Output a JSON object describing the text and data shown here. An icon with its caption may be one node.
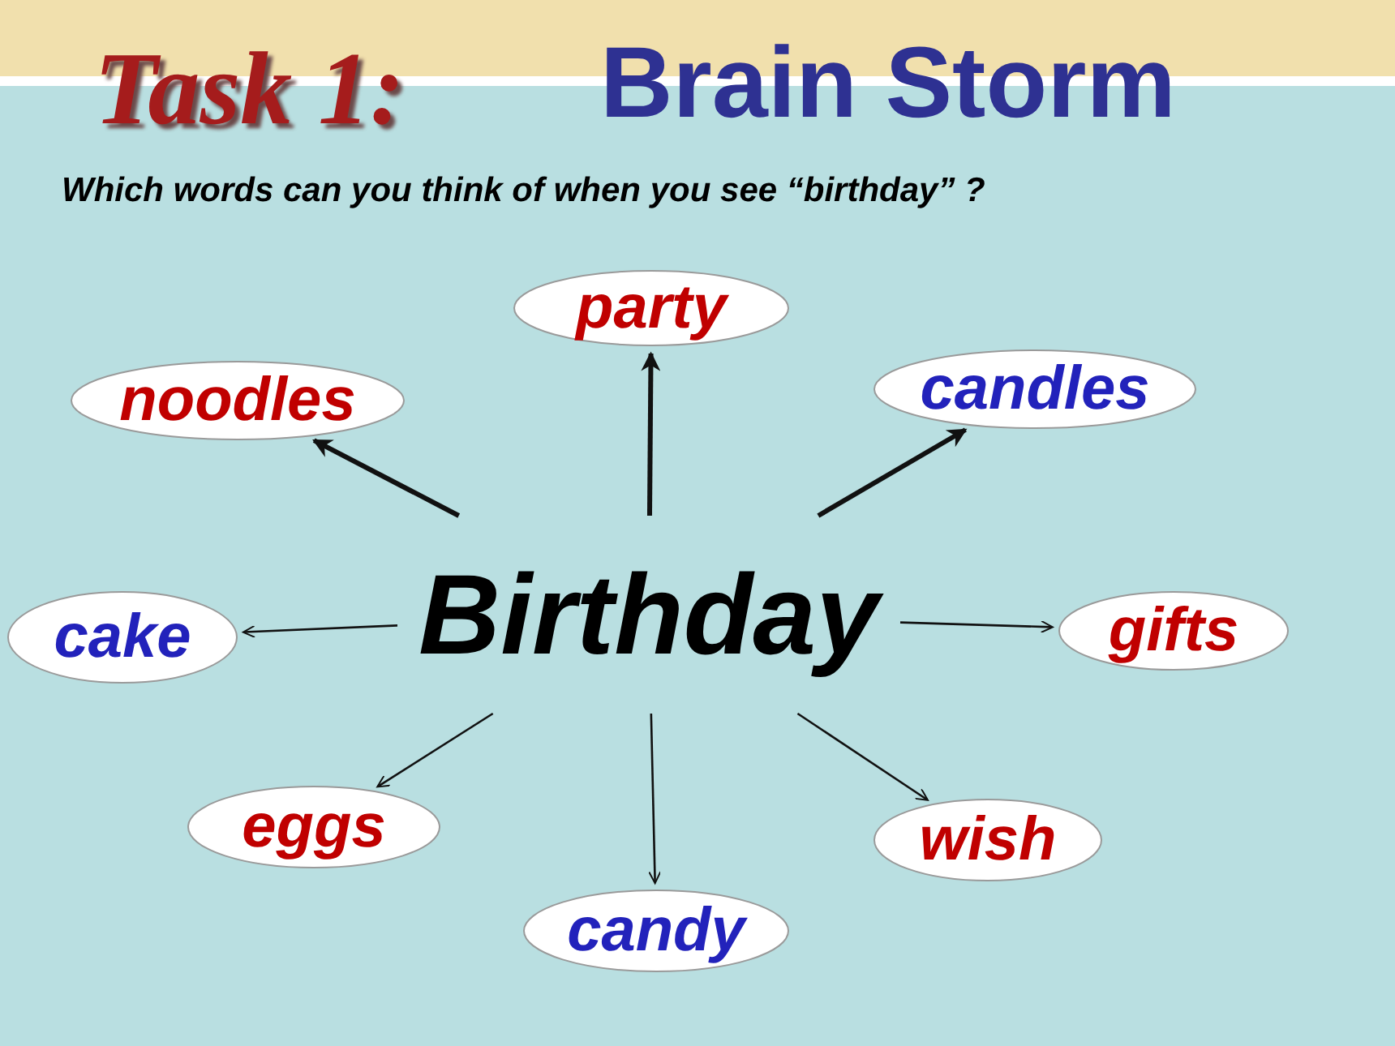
{
  "diagram": {
    "nodes": [
      {
        "text": [
          "party"
        ]
      },
      {
        "text": [
          "noodles"
        ]
      },
      {
        "text": [
          "candles"
        ]
      },
      {
        "text": [
          "Birthday"
        ]
      },
      {
        "text": [
          "cake"
        ]
      },
      {
        "text": [
          "gifts"
        ]
      },
      {
        "text": [
          "eggs"
        ]
      },
      {
        "text": [
          "wish"
        ]
      },
      {
        "text": [
          "candy"
        ]
      }
    ],
    "edges": [
      {
        "from": 3,
        "to": 0,
        "arrow": "to",
        "style": "thick"
      },
      {
        "from": 3,
        "to": 1,
        "arrow": "to",
        "style": "thick"
      },
      {
        "from": 3,
        "to": 2,
        "arrow": "to",
        "style": "thick"
      },
      {
        "from": 3,
        "to": 4,
        "arrow": "to"
      },
      {
        "from": 3,
        "to": 5,
        "arrow": "to"
      },
      {
        "from": 3,
        "to": 6,
        "arrow": "to"
      },
      {
        "from": 3,
        "to": 7,
        "arrow": "to"
      },
      {
        "from": 3,
        "to": 8,
        "arrow": "to"
      }
    ],
    "labels": [
      "Task 1:",
      "Brain Storm",
      "Which words can you think of when you see “birthday” ?"
    ]
  }
}
